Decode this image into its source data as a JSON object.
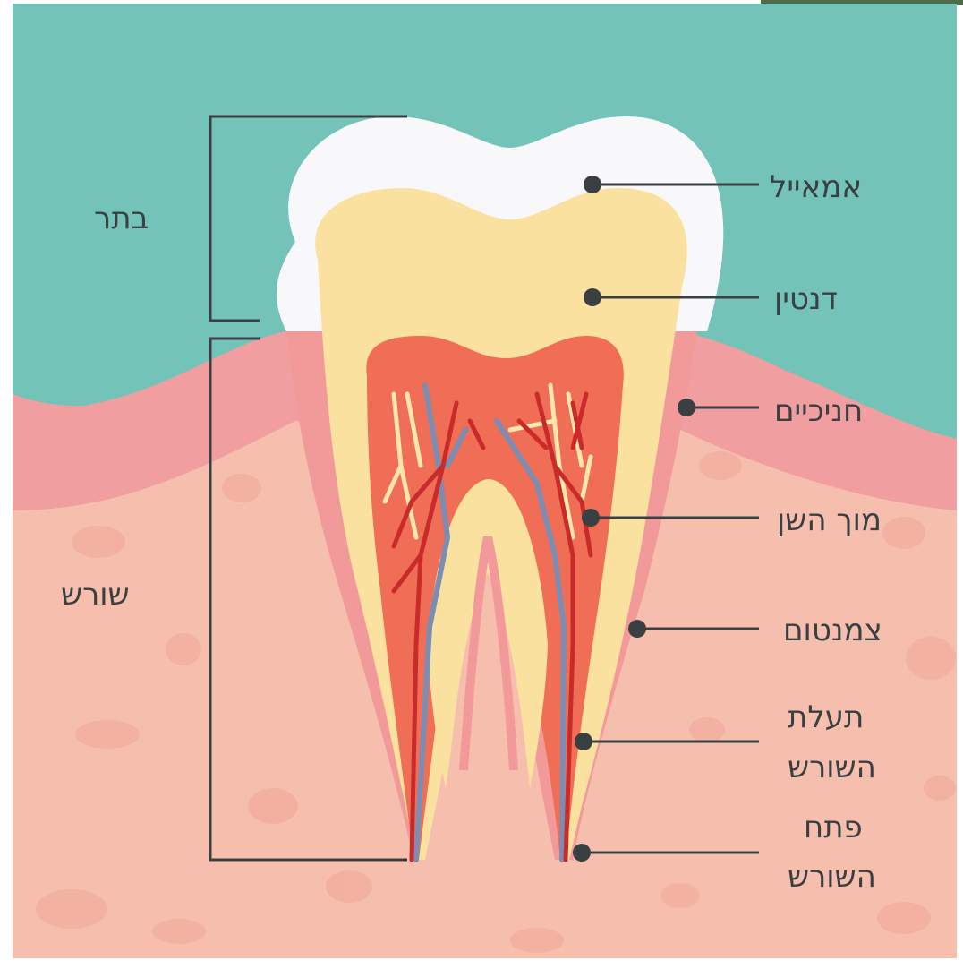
{
  "diagram": {
    "sections": {
      "crown": "בתר",
      "root": "שורש"
    },
    "parts": {
      "enamel": "אמאייל",
      "dentin": "דנטין",
      "gums": "חניכיים",
      "pulp": "מוך השן",
      "cementum": "צמנטום",
      "root_canal_line1": "תעלת",
      "root_canal_line2": "השורש",
      "apex_line1": "פתח",
      "apex_line2": "השורש"
    },
    "colors": {
      "background_top": "#74c3b9",
      "gum": "#f09ea0",
      "bone": "#f6bfad",
      "enamel": "#f8f8fb",
      "dentin": "#fbe1a0",
      "pulp": "#ef6e55",
      "nerve_red": "#c92b2b",
      "nerve_blue": "#7b8db2",
      "nerve_cream": "#fbe6ad",
      "label_text": "#3a3f42"
    }
  }
}
